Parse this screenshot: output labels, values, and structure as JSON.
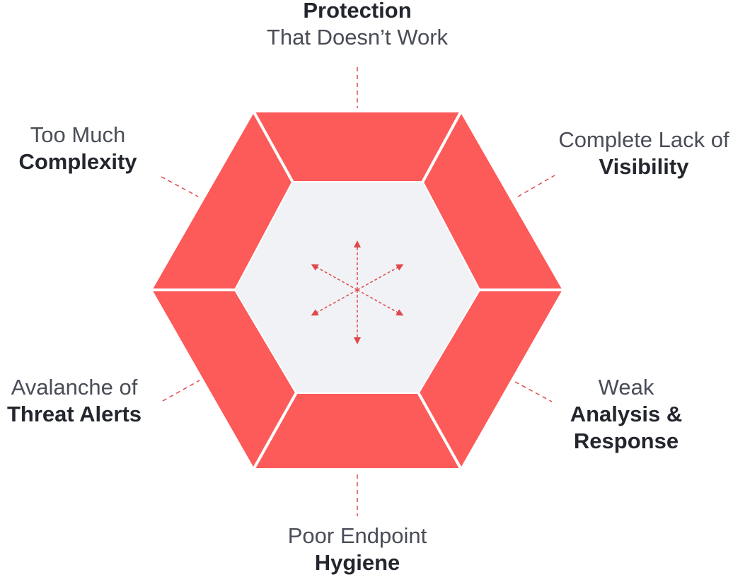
{
  "colors": {
    "segment": "#fd5a5a",
    "center": "#f0f2f6",
    "separator": "#ffffff",
    "connector": "#e0484b",
    "arrow": "#e0484b"
  },
  "labels": {
    "top": {
      "bold": "Protection",
      "light": "That Doesn’t Work"
    },
    "top_right": {
      "light": "Complete Lack of",
      "bold": "Visibility"
    },
    "top_left": {
      "light": "Too Much",
      "bold": "Complexity"
    },
    "bottom_left": {
      "light": "Avalanche of",
      "bold": "Threat Alerts"
    },
    "bottom_right": {
      "light": "Weak",
      "bold1": "Analysis &",
      "bold2": "Response"
    },
    "bottom": {
      "light": "Poor Endpoint",
      "bold": "Hygiene"
    }
  }
}
